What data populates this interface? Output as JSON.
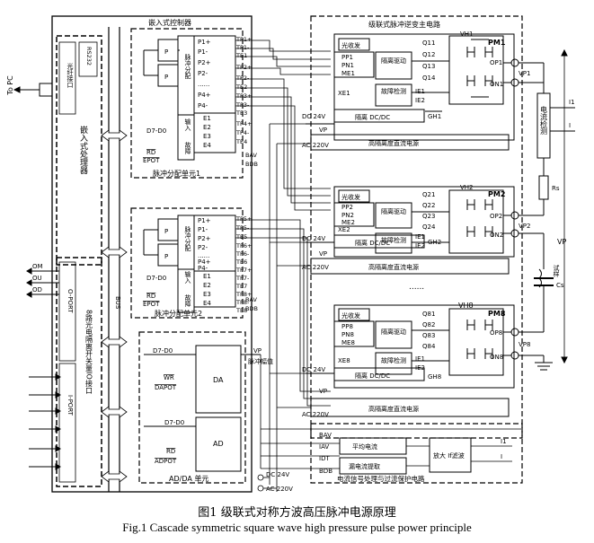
{
  "caption_cn": "图1 级联式对称方波高压脉冲电源原理",
  "caption_en": "Fig.1 Cascade symmetric square wave high pressure pulse power principle",
  "left": {
    "to_pc": "To PC",
    "fiber_port": "光纤接口",
    "rs232": "RS232",
    "processor": "嵌入式处理器",
    "om": "OM",
    "ou": "OU",
    "od": "OD",
    "oport": "O-PORT",
    "iport": "I-PORT",
    "io_module": "8路光电隔离开关量IO接口",
    "bus": "BUS"
  },
  "controller": {
    "title": "嵌入式控制器",
    "unit1": "脉冲分配单元1",
    "unit2": "脉冲分配单元2",
    "adda": "AD/DA 单元",
    "dist_label": "脉冲分配",
    "input_label": "输入",
    "fault_label": "故障",
    "p_sub": "P",
    "p_main": "P",
    "pins": [
      "P1+",
      "P1-",
      "P2+",
      "P2-",
      "......",
      "P4+",
      "P4-"
    ],
    "e_pins": [
      "E1",
      "E2",
      "E3",
      "E4"
    ],
    "d7d0": "D7-D0",
    "rd": "RD",
    "epot": "EPOT",
    "bav": "BAV",
    "bdb": "BDB",
    "wr": "WR",
    "dapot": "DAPOT",
    "adpot": "ADPOT",
    "da": "DA",
    "ad": "AD",
    "vp_label": "VP",
    "pulse_amp": "脉冲幅值",
    "dc24": "DC 24V",
    "ac220": "AC 220V",
    "iav": "IAV",
    "idt": "IDT"
  },
  "tp_group1": [
    "TP1+",
    "TP1-",
    "TE1",
    "TP2+",
    "TP2-",
    "TE2",
    "TP3+",
    "TP3-",
    "TE3",
    "TP4+",
    "TP4-",
    "TE4"
  ],
  "tp_group2": [
    "TP5+",
    "TP5-",
    "TE5",
    "TP6+",
    "TP6-",
    "TE6",
    "TP7+",
    "TP7-",
    "TE7",
    "TP8+",
    "TP8-",
    "TE8"
  ],
  "main": {
    "title": "级联式脉冲逆变主电路",
    "transceiver": "光收发",
    "isolated_driver": "隔离驱动",
    "fault_detect": "故障检测",
    "iso_dcdc": "隔离 DC/DC",
    "hv_dc_supply": "高隔离度直流电源",
    "dc24": "DC 24V",
    "ac220": "AC 220V",
    "vp_label": "VP",
    "dots": "......",
    "modules": [
      {
        "pm": "PM1",
        "pp": "PP1",
        "pn": "PN1",
        "me": "ME1",
        "xe": "XE1",
        "q": [
          "Q11",
          "Q12",
          "Q13",
          "Q14"
        ],
        "ie": [
          "IE1",
          "IE2"
        ],
        "vh": "VH1",
        "gh": "GH1",
        "op": "OP1",
        "on": "ON1",
        "vpout": "VP1"
      },
      {
        "pm": "PM2",
        "pp": "PP2",
        "pn": "PN2",
        "me": "ME2",
        "xe": "XE2",
        "q": [
          "Q21",
          "Q22",
          "Q23",
          "Q24"
        ],
        "ie": [
          "IE1",
          "IE2"
        ],
        "vh": "VH2",
        "gh": "GH2",
        "op": "OP2",
        "on": "ON2",
        "vpout": "VP2"
      },
      {
        "pm": "PM8",
        "pp": "PP8",
        "pn": "PN8",
        "me": "ME8",
        "xe": "XE8",
        "q": [
          "Q81",
          "Q82",
          "Q83",
          "Q84"
        ],
        "ie": [
          "IE1",
          "IE2"
        ],
        "vh": "VH8",
        "gh": "GH8",
        "op": "OP8",
        "on": "ON8",
        "vpout": "VP8"
      }
    ]
  },
  "right": {
    "current_detect": "电流检测",
    "rs": "Rs",
    "sample": "试样",
    "cs": "Cs",
    "vp": "VP",
    "i_top": "I1",
    "i_bot": "I"
  },
  "processing": {
    "bav": "BAV",
    "iav": "IAV",
    "idt": "IDT",
    "bdb": "BDB",
    "avg_current": "平均电流",
    "leak_extract": "漏电流提取",
    "amp_filter": "放大 If滤波",
    "i1": "I1",
    "i": "I",
    "title": "电流信号处理与过流保护电路"
  }
}
